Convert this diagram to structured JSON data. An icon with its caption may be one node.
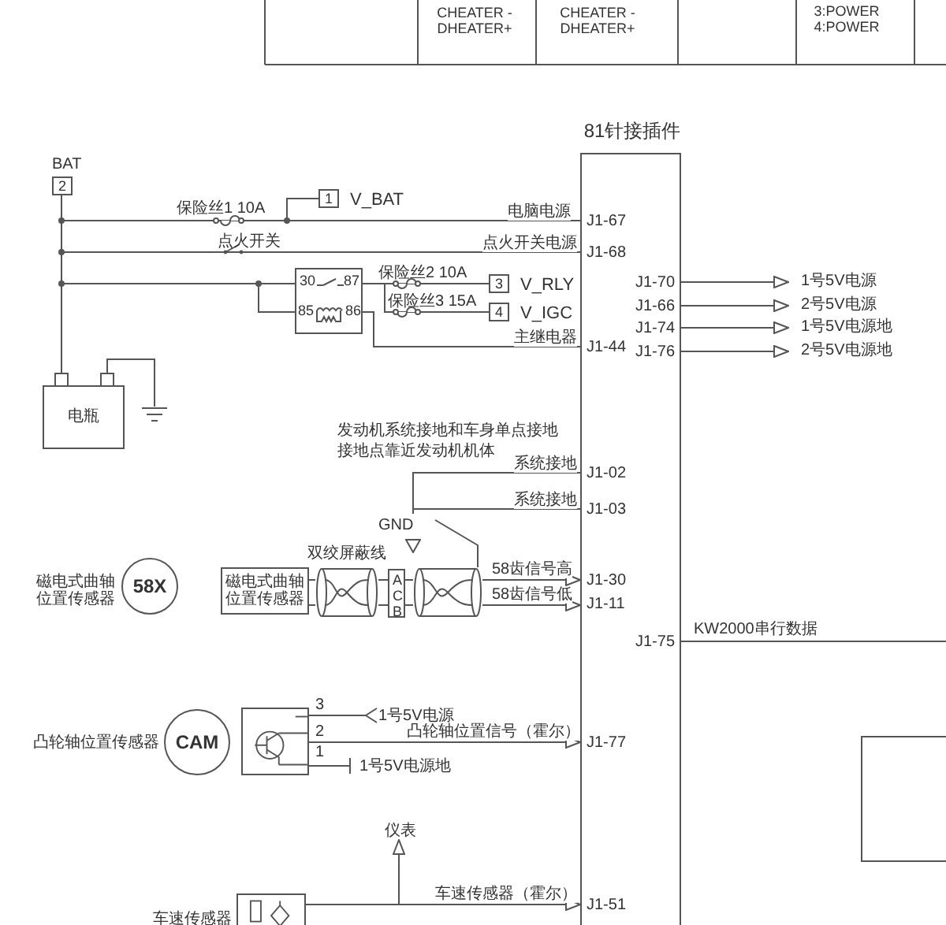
{
  "diagram": {
    "nodes": [
      {
        "text": [
          "81针接插件"
        ]
      },
      {
        "text": [
          "2"
        ],
        "beside": [
          "BAT"
        ]
      },
      {
        "text": [
          "电瓶"
        ]
      },
      {
        "text": [
          "1"
        ],
        "beside": [
          "V_BAT"
        ]
      },
      {
        "text": [
          "30",
          "87",
          "85",
          "86"
        ]
      },
      {
        "text": [
          "3"
        ],
        "beside": [
          "V_RLY"
        ]
      },
      {
        "text": [
          "4"
        ],
        "beside": [
          "V_IGC"
        ]
      },
      {
        "text": [
          "GND"
        ]
      },
      {
        "text": [
          "58X"
        ],
        "beside": [
          "磁电式曲轴位置传感器"
        ]
      },
      {
        "text": [
          "磁电式曲轴位置传感器"
        ]
      },
      {
        "text": [
          "双绞屏蔽线"
        ]
      },
      {
        "text": [
          "A",
          "C",
          "B"
        ]
      },
      {
        "text": [],
        "shape": "cable"
      },
      {
        "text": [
          "CAM"
        ],
        "beside": [
          "凸轮轴位置传感器"
        ]
      },
      {
        "text": [],
        "shape": "box"
      },
      {
        "text": [
          "仪表"
        ]
      },
      {
        "text": [],
        "shape": "box",
        "beside": [
          "车速传感器"
        ]
      },
      {
        "text": [],
        "shape": "box"
      },
      {
        "text": [],
        "shape": "ground"
      }
    ],
    "edges": [
      {
        "from": 1,
        "to": 2,
        "arrow": "none"
      },
      {
        "from": 1,
        "to": 0,
        "arrow": "none",
        "label": "电脑电源"
      },
      {
        "from": 1,
        "to": 0,
        "arrow": "none",
        "label": "点火开关电源"
      },
      {
        "from": 1,
        "to": 4,
        "arrow": "none"
      },
      {
        "from": 1,
        "to": 4,
        "arrow": "none"
      },
      {
        "from": 3,
        "to": 0,
        "arrow": "none"
      },
      {
        "from": 4,
        "to": 5,
        "arrow": "none"
      },
      {
        "from": 4,
        "to": 6,
        "arrow": "none"
      },
      {
        "from": 4,
        "to": 0,
        "arrow": "none",
        "label": "主继电器"
      },
      {
        "from": 0,
        "to": null,
        "arrow": "to",
        "label": "1号5V电源"
      },
      {
        "from": 0,
        "to": null,
        "arrow": "to",
        "label": "2号5V电源"
      },
      {
        "from": 0,
        "to": null,
        "arrow": "to",
        "label": "1号5V电源地"
      },
      {
        "from": 0,
        "to": null,
        "arrow": "to",
        "label": "2号5V电源地"
      },
      {
        "from": 7,
        "to": 0,
        "arrow": "none",
        "label": "系统接地"
      },
      {
        "from": 7,
        "to": 0,
        "arrow": "none",
        "label": "系统接地"
      },
      {
        "from": 7,
        "to": 12,
        "arrow": "none"
      },
      {
        "from": 9,
        "to": 10,
        "arrow": "none"
      },
      {
        "from": 9,
        "to": 10,
        "arrow": "none"
      },
      {
        "from": 10,
        "to": 11,
        "arrow": "none"
      },
      {
        "from": 10,
        "to": 11,
        "arrow": "none"
      },
      {
        "from": 11,
        "to": 12,
        "arrow": "none"
      },
      {
        "from": 11,
        "to": 12,
        "arrow": "none"
      },
      {
        "from": 12,
        "to": 0,
        "arrow": "to",
        "label": "58齿信号高"
      },
      {
        "from": 12,
        "to": 0,
        "arrow": "to",
        "label": "58齿信号低"
      },
      {
        "from": 0,
        "to": null,
        "arrow": "none",
        "label": "KW2000串行数据"
      },
      {
        "from": 14,
        "to": null,
        "arrow": "other",
        "label": "1号5V电源"
      },
      {
        "from": 14,
        "to": 0,
        "arrow": "to",
        "label": "凸轮轴位置信号（霍尔）"
      },
      {
        "from": 14,
        "to": null,
        "arrow": "other",
        "label": "1号5V电源地"
      },
      {
        "from": 16,
        "to": 15,
        "arrow": "to"
      },
      {
        "from": 16,
        "to": 0,
        "arrow": "to",
        "label": "车速传感器（霍尔）"
      },
      {
        "from": 2,
        "to": 18,
        "arrow": "none"
      }
    ],
    "labels": [
      "CHEATER - DHEATER+",
      "CHEATER - DHEATER+",
      "3:POWER 4:POWER",
      "保险丝1 10A",
      "J1-67",
      "点火开关",
      "J1-68",
      "保险丝2 10A",
      "J1-70",
      "J1-66",
      "J1-74",
      "保险丝3 15A",
      "J1-76",
      "J1-44",
      "发动机系统接地和车身单点接地",
      "接地点靠近发动机机体",
      "J1-02",
      "J1-03",
      "J1-30",
      "J1-11",
      "J1-75",
      "3",
      "2",
      "1",
      "J1-77",
      "J1-51"
    ]
  }
}
